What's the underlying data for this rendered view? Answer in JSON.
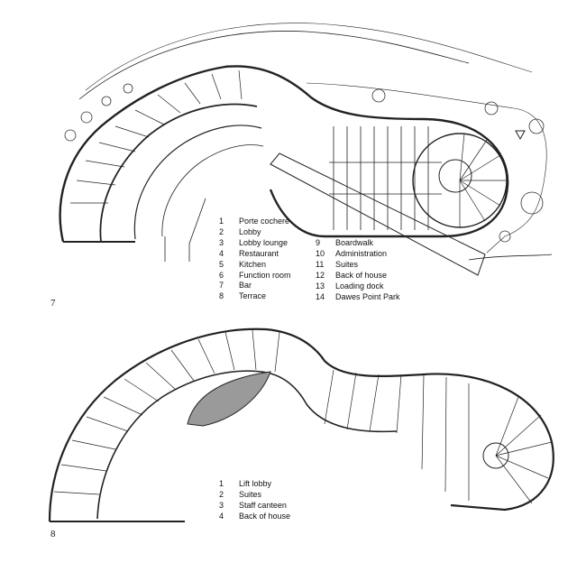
{
  "figure_7": {
    "number": "7",
    "legend": [
      {
        "n": "1",
        "label": "Porte cochere"
      },
      {
        "n": "2",
        "label": "Lobby"
      },
      {
        "n": "3",
        "label": "Lobby lounge"
      },
      {
        "n": "4",
        "label": "Restaurant"
      },
      {
        "n": "5",
        "label": "Kitchen"
      },
      {
        "n": "6",
        "label": "Function room"
      },
      {
        "n": "7",
        "label": "Bar"
      },
      {
        "n": "8",
        "label": "Terrace"
      },
      {
        "n": "9",
        "label": "Boardwalk"
      },
      {
        "n": "10",
        "label": "Administration"
      },
      {
        "n": "11",
        "label": "Suites"
      },
      {
        "n": "12",
        "label": "Back of house"
      },
      {
        "n": "13",
        "label": "Loading dock"
      },
      {
        "n": "14",
        "label": "Dawes Point Park"
      }
    ]
  },
  "figure_8": {
    "number": "8",
    "legend": [
      {
        "n": "1",
        "label": "Lift lobby"
      },
      {
        "n": "2",
        "label": "Suites"
      },
      {
        "n": "3",
        "label": "Staff canteen"
      },
      {
        "n": "4",
        "label": "Back of house"
      }
    ]
  }
}
